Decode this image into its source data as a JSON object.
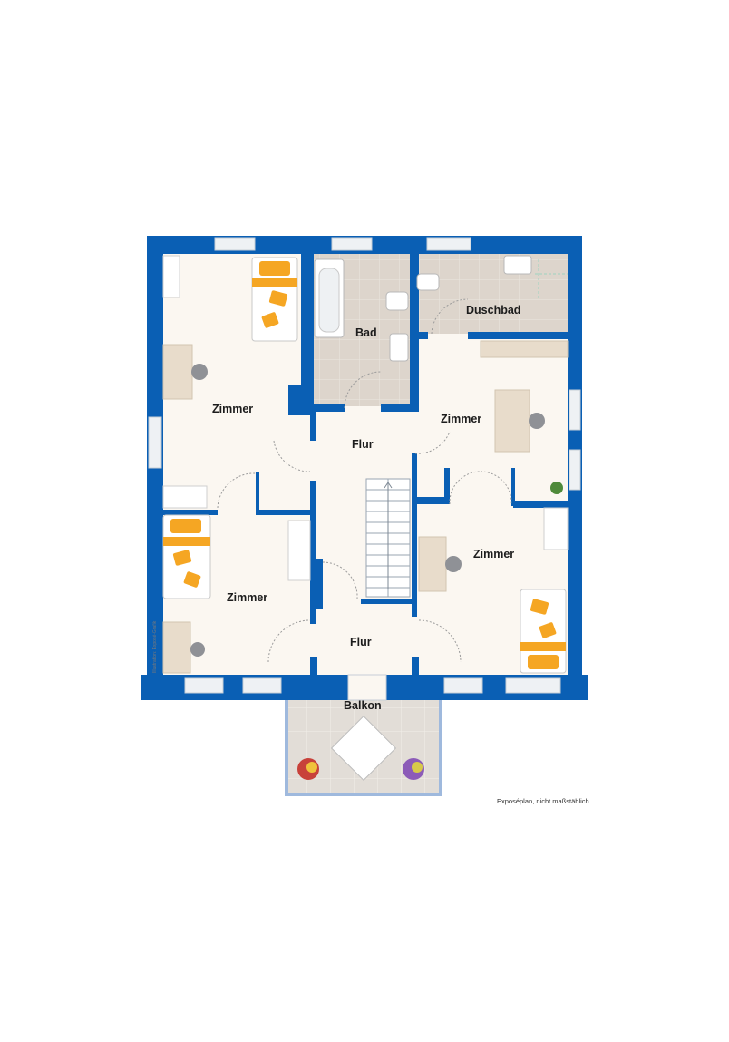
{
  "colors": {
    "wall": "#0a5fb4",
    "floor": "#fbf7f1",
    "tile": "#d9d1c9",
    "balcony_tile": "#e1dcd6",
    "wood": "#e8dccb",
    "bed_accent": "#f5a623",
    "window": "#e9edf1"
  },
  "rooms": {
    "zimmer_nw": "Zimmer",
    "bad": "Bad",
    "duschbad": "Duschbad",
    "flur_upper": "Flur",
    "zimmer_ne": "Zimmer",
    "zimmer_sw": "Zimmer",
    "zimmer_se": "Zimmer",
    "flur_lower": "Flur",
    "balkon": "Balkon"
  },
  "credit": "Illustration: Exposé-Grafik",
  "caption": "Exposéplan, nicht maßstäblich"
}
